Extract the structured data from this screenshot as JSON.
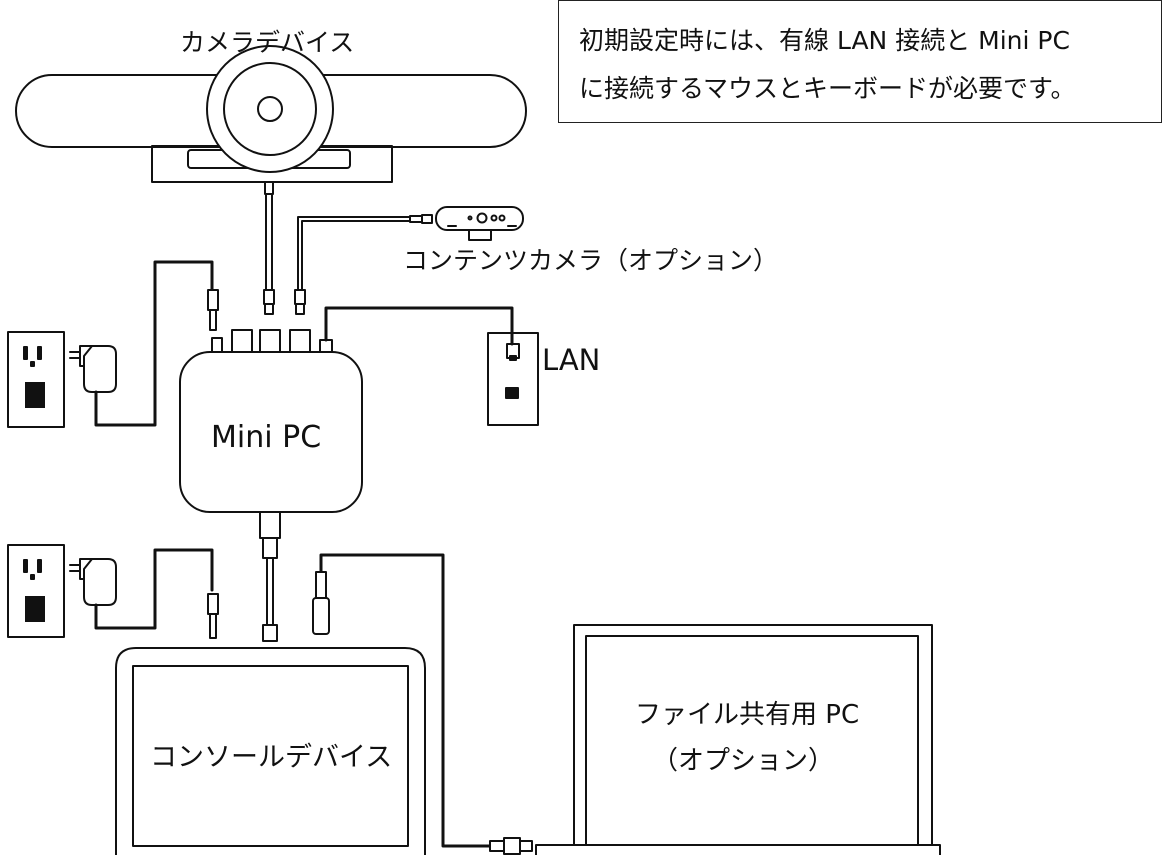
{
  "labels": {
    "camera_device": "カメラデバイス",
    "content_camera": "コンテンツカメラ（オプション）",
    "lan": "LAN",
    "mini_pc": "Mini PC",
    "console_device": "コンソールデバイス",
    "file_share_pc": "ファイル共有用 PC",
    "file_share_pc_option": "（オプション）"
  },
  "note": {
    "line1": "初期設定時には、有線 LAN 接続と Mini PC",
    "line2": "に接続するマウスとキーボードが必要です。"
  },
  "colors": {
    "stroke": "#111111",
    "background": "#ffffff"
  }
}
